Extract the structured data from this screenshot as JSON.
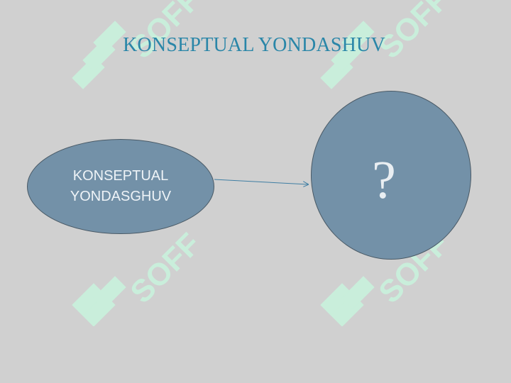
{
  "slide": {
    "title": "KONSEPTUAL YONDASHUV",
    "title_color": "#2a86a8",
    "background_color": "#d0d0d0"
  },
  "nodes": {
    "source": {
      "label_line1": "KONSEPTUAL",
      "label_line2": "YONDASGHUV",
      "fill_color": "#7391a8"
    },
    "target": {
      "label": "?",
      "fill_color": "#7391a8"
    }
  },
  "watermark": {
    "text": "SOFF",
    "color": "#c9f0dc",
    "icon": "soff-logo-icon"
  }
}
